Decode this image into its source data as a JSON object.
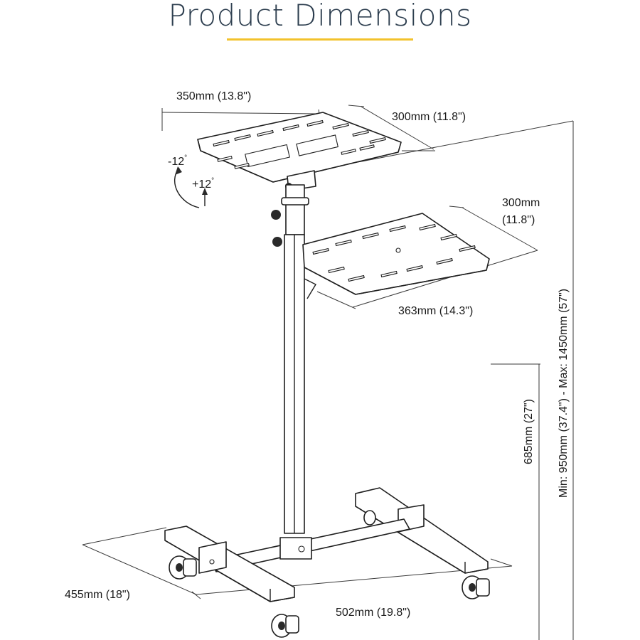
{
  "header": {
    "title": "Product Dimensions",
    "accent_color": "#f2c22d",
    "title_color": "#2d3e4f"
  },
  "dimensions": {
    "top_width": "350mm (13.8\")",
    "top_depth": "300mm (11.8\")",
    "tilt_minus": "-12",
    "tilt_plus": "+12",
    "degree_symbol": "°",
    "lower_depth_line1": "300mm",
    "lower_depth_line2": "(11.8\")",
    "lower_width": "363mm (14.3\")",
    "lower_height": "685mm (27\")",
    "total_height": "Min: 950mm (37.4\") - Max: 1450mm (57\")",
    "base_depth": "455mm (18\")",
    "base_width": "502mm (19.8\")"
  }
}
